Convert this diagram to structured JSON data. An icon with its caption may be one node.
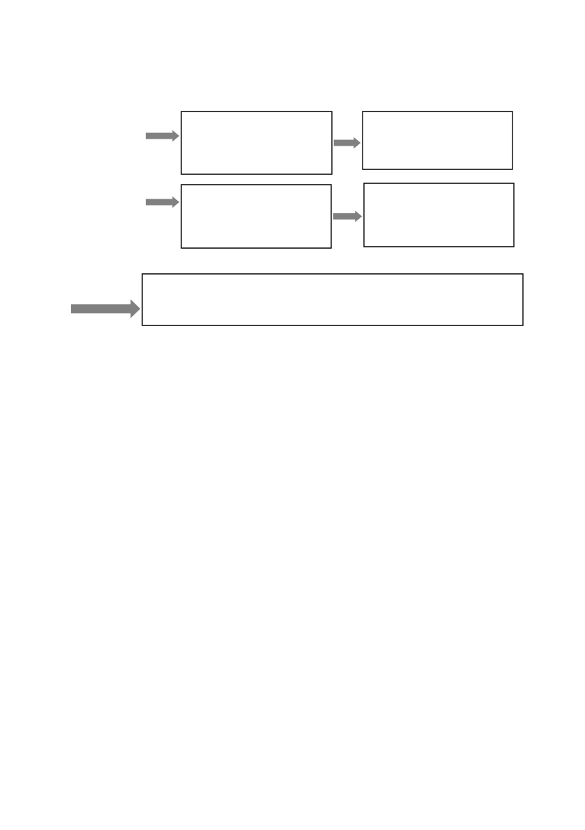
{
  "diagram": {
    "nodes": [
      {
        "text": [],
        "shape": "box"
      },
      {
        "text": [],
        "shape": "box"
      },
      {
        "text": [],
        "shape": "box"
      },
      {
        "text": [],
        "shape": "box"
      },
      {
        "text": [],
        "shape": "box"
      }
    ],
    "edges": [
      {
        "from": null,
        "to": 0,
        "arrow": "to"
      },
      {
        "from": 0,
        "to": 1,
        "arrow": "to"
      },
      {
        "from": null,
        "to": 2,
        "arrow": "to"
      },
      {
        "from": 2,
        "to": 3,
        "arrow": "to"
      },
      {
        "from": null,
        "to": 4,
        "arrow": "to"
      }
    ]
  }
}
